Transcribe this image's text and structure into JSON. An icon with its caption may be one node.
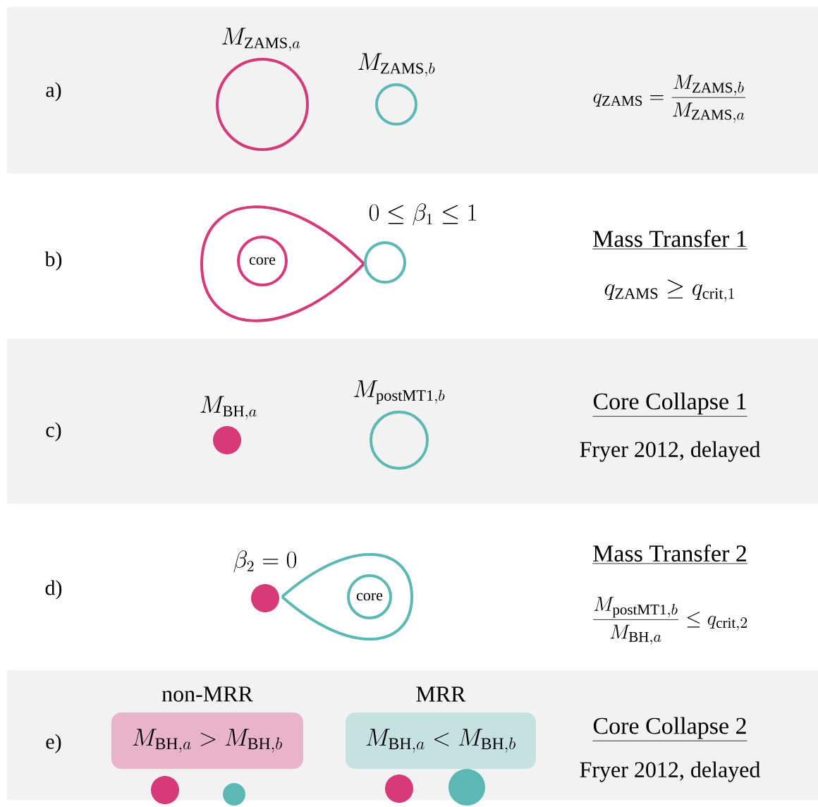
{
  "diagram": {
    "nodes": [
      {
        "text": [
          "a)",
          "q_{\\mathrm{ZAMS}} = \\frac{M_{\\mathrm{ZAMS},b}}{M_{\\mathrm{ZAMS},a}}"
        ]
      },
      {
        "text": [],
        "shape": "circle",
        "in": 0,
        "beside": [
          "M_{\\mathrm{ZAMS},a}"
        ]
      },
      {
        "text": [],
        "shape": "circle",
        "in": 0,
        "beside": [
          "M_{\\mathrm{ZAMS},b}"
        ]
      },
      {
        "text": [],
        "shape": "teardrop"
      },
      {
        "text": [
          "core"
        ],
        "in": 3
      },
      {
        "text": [],
        "shape": "circle"
      },
      {
        "text": [
          "c)",
          "Core Collapse 1",
          "Fryer 2012, delayed"
        ]
      },
      {
        "text": [],
        "shape": "circle",
        "in": 6,
        "beside": [
          "M_{\\mathrm{BH},a}"
        ]
      },
      {
        "text": [],
        "shape": "circle",
        "in": 6,
        "beside": [
          "M_{\\mathrm{postMT1},b}"
        ]
      },
      {
        "text": [],
        "shape": "circle"
      },
      {
        "text": [],
        "shape": "teardrop"
      },
      {
        "text": [
          "core"
        ],
        "in": 10
      },
      {
        "text": [
          "e)",
          "Core Collapse 2",
          "Fryer 2012, delayed"
        ]
      },
      {
        "text": [
          "non-MRR",
          "M_{\\mathrm{BH},a} > M_{\\mathrm{BH},b}"
        ],
        "in": 12
      },
      {
        "text": [
          "MRR",
          "M_{\\mathrm{BH},a} < M_{\\mathrm{BH},b}"
        ],
        "in": 12
      },
      {
        "text": [],
        "shape": "circle",
        "in": 12
      },
      {
        "text": [],
        "shape": "circle",
        "in": 12
      },
      {
        "text": [],
        "shape": "circle",
        "in": 12
      },
      {
        "text": [],
        "shape": "circle",
        "in": 12
      }
    ],
    "labels": [
      "b)",
      "0 \\leq \\beta_1 \\leq 1",
      "Mass Transfer 1",
      "q_{\\mathrm{ZAMS}} \\geq q_{\\mathrm{crit},1}",
      "d)",
      "\\beta_2 = 0",
      "Mass Transfer 2",
      "\\frac{M_{\\mathrm{postMT1},b}}{M_{\\mathrm{BH},a}} \\leq q_{\\mathrm{crit},2}"
    ]
  }
}
